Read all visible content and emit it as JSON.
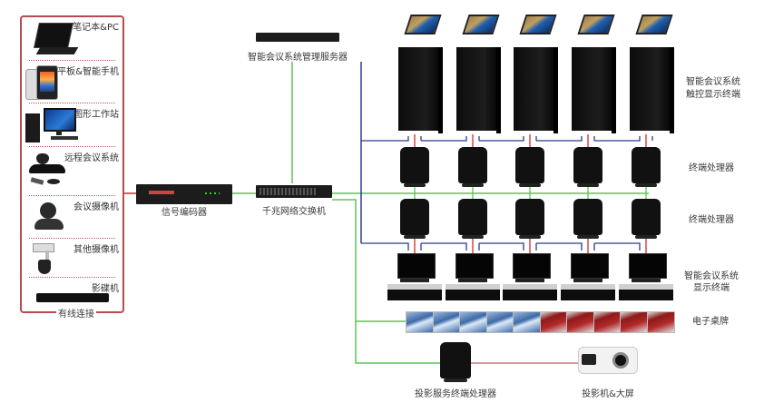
{
  "diagram": {
    "sources_panel": {
      "items": [
        {
          "label": "笔记本&PC",
          "icon": "laptop-icon"
        },
        {
          "label": "平板&智能手机",
          "icon": "tablet-phone-icon"
        },
        {
          "label": "图形工作站",
          "icon": "workstation-icon"
        },
        {
          "label": "远程会议系统",
          "icon": "video-conference-icon"
        },
        {
          "label": "会议摄像机",
          "icon": "ptz-camera-icon"
        },
        {
          "label": "其他摄像机",
          "icon": "security-camera-icon"
        },
        {
          "label": "影碟机",
          "icon": "dvd-player-icon"
        }
      ],
      "footer_label": "有线连接"
    },
    "encoder": {
      "label": "信号编码器"
    },
    "server": {
      "label": "智能会议系统管理服务器"
    },
    "switch": {
      "label": "千兆网络交换机"
    },
    "rows": {
      "touch_terminals": {
        "label_line1": "智能会议系统",
        "label_line2": "触控显示终端",
        "count": 5
      },
      "processors_1": {
        "label": "终端处理器",
        "count": 5
      },
      "processors_2": {
        "label": "终端处理器",
        "count": 5
      },
      "display_terminals": {
        "label_line1": "智能会议系统",
        "label_line2": "显示终端",
        "count": 5
      },
      "nameplates": {
        "label": "电子桌牌",
        "count": 10
      }
    },
    "projection_processor": {
      "label": "投影服务终端处理器"
    },
    "projector": {
      "label": "投影机&大屏"
    },
    "colors": {
      "network_wire": "#5cc35c",
      "video_wire": "#d42a2a",
      "control_wire": "#2a3a8e",
      "panel_border": "#b84a50"
    }
  }
}
